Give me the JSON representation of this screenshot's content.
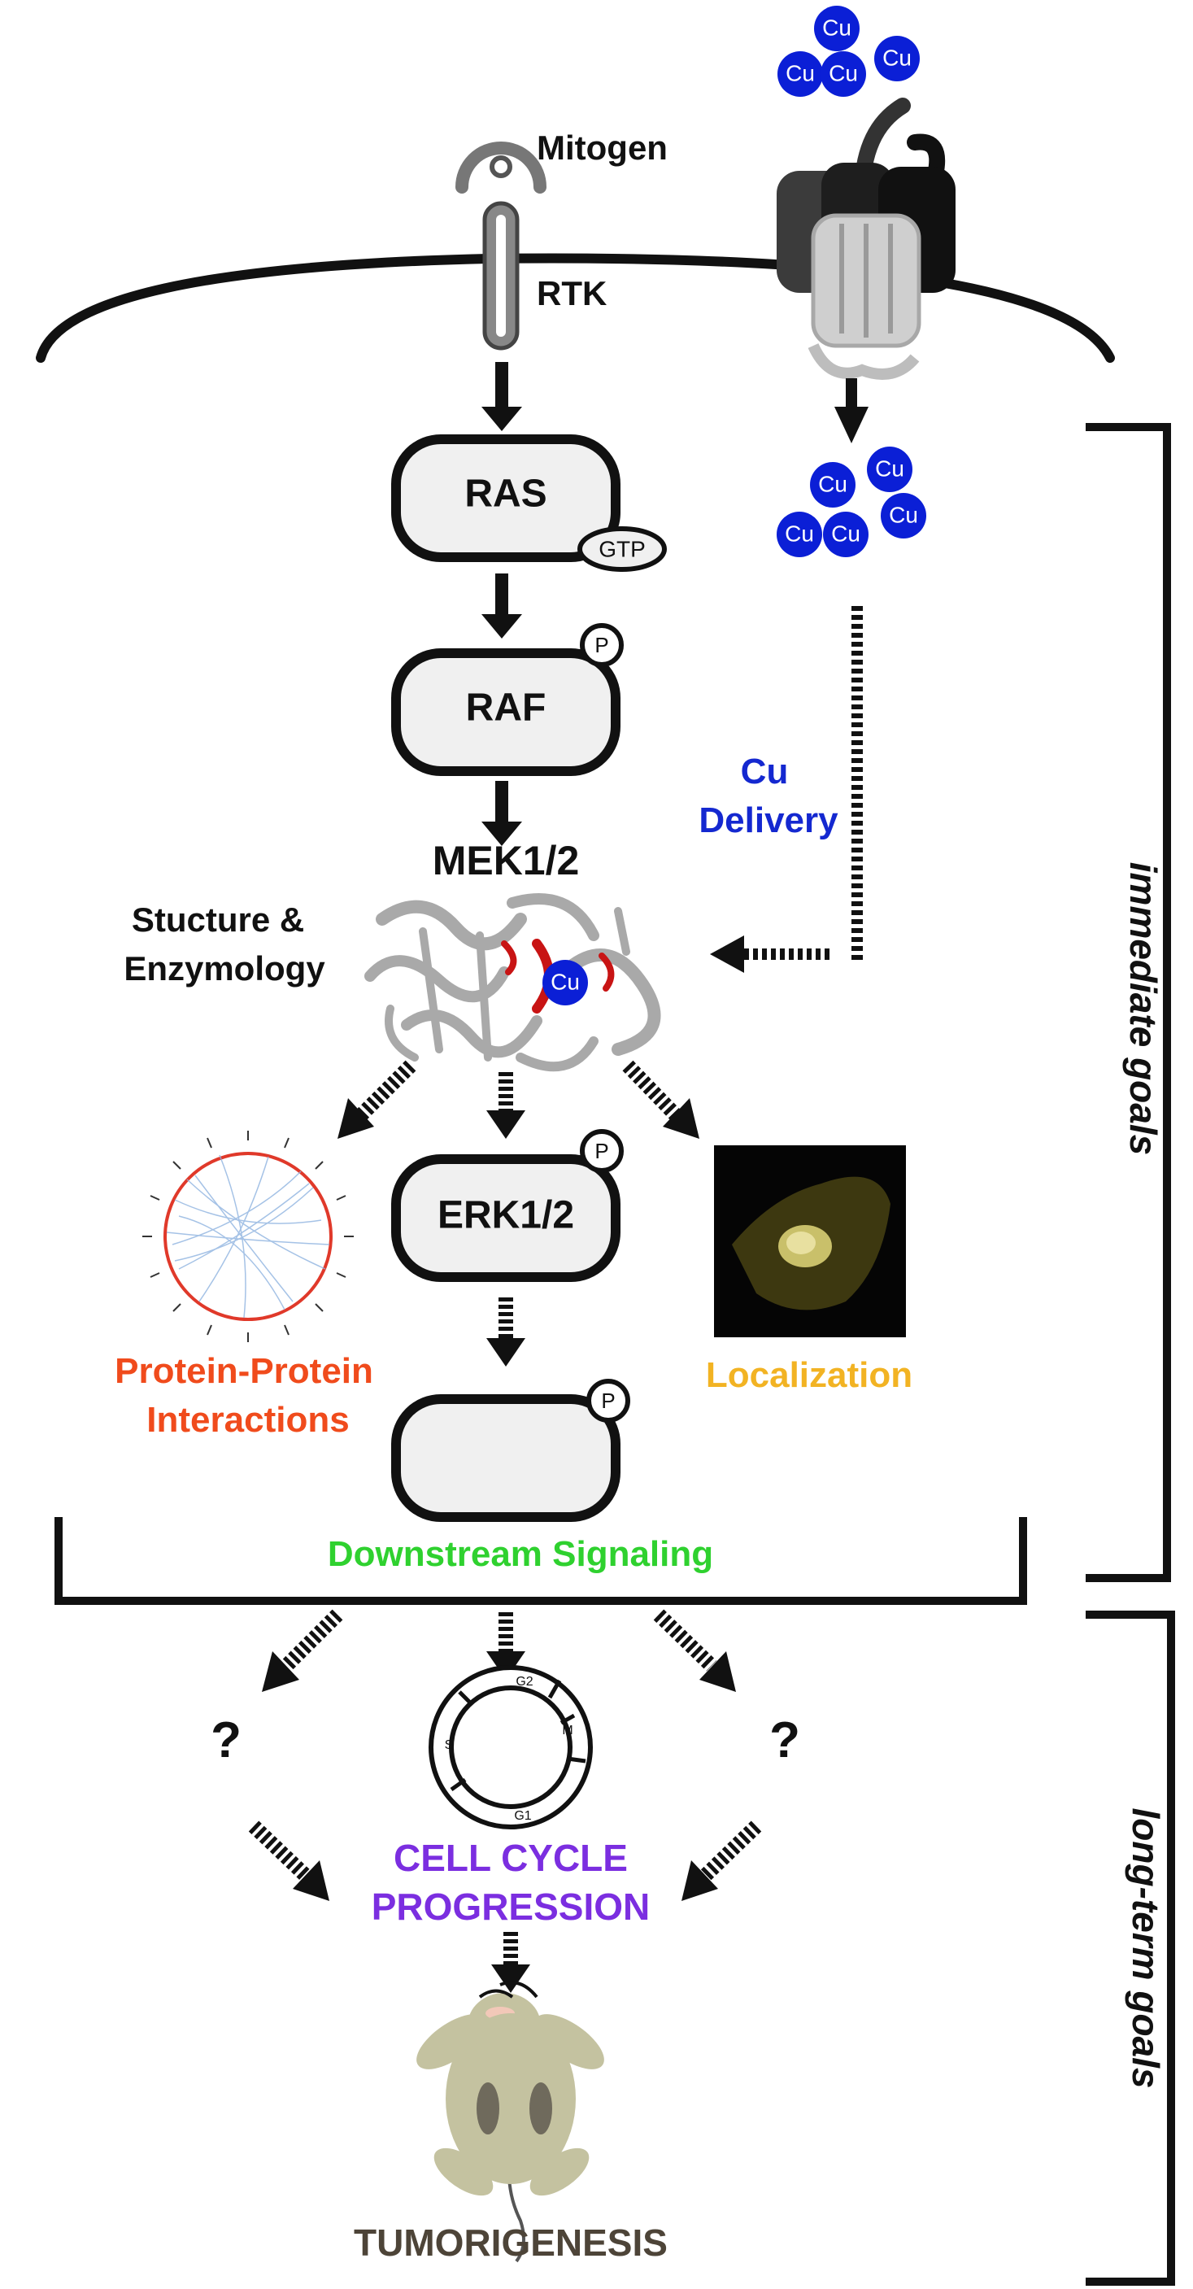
{
  "labels": {
    "mitogen": "Mitogen",
    "rtk": "RTK",
    "ras": "RAS",
    "gtp": "GTP",
    "raf": "RAF",
    "mek": "MEK1/2",
    "erk": "ERK1/2",
    "phospho": "P",
    "cu": "Cu",
    "cu_delivery_line1": "Cu",
    "cu_delivery_line2": "Delivery",
    "structure_line1": "Stucture &",
    "structure_line2": "Enzymology",
    "ppi_line1": "Protein-Protein",
    "ppi_line2": "Interactions",
    "localization": "Localization",
    "downstream": "Downstream Signaling",
    "question": "?",
    "cell_cycle_line1": "CELL CYCLE",
    "cell_cycle_line2": "PROGRESSION",
    "tumorigenesis": "TUMORIGENESIS",
    "immediate_goals": "immediate goals",
    "long_term_goals": "long-term goals",
    "g1": "G1",
    "g2": "G2",
    "s": "S",
    "m": "M"
  },
  "colors": {
    "cu_blue": "#0b1fd6",
    "cu_delivery": "#1428d0",
    "ppi": "#f04b1c",
    "localization": "#f2b323",
    "downstream": "#2fd12f",
    "cell_cycle": "#7b2ee0",
    "tumorigenesis": "#4d4438",
    "node_fill": "#f0f0f0",
    "mek_red": "#c81414"
  },
  "icons": {
    "receptor": "rtk-receptor-icon",
    "transporter": "copper-transporter-icon",
    "protein": "mek-structure-icon",
    "network": "interaction-network-icon",
    "micrograph": "cell-micrograph-icon",
    "cell_cycle": "cell-cycle-icon",
    "mouse": "mouse-icon"
  }
}
